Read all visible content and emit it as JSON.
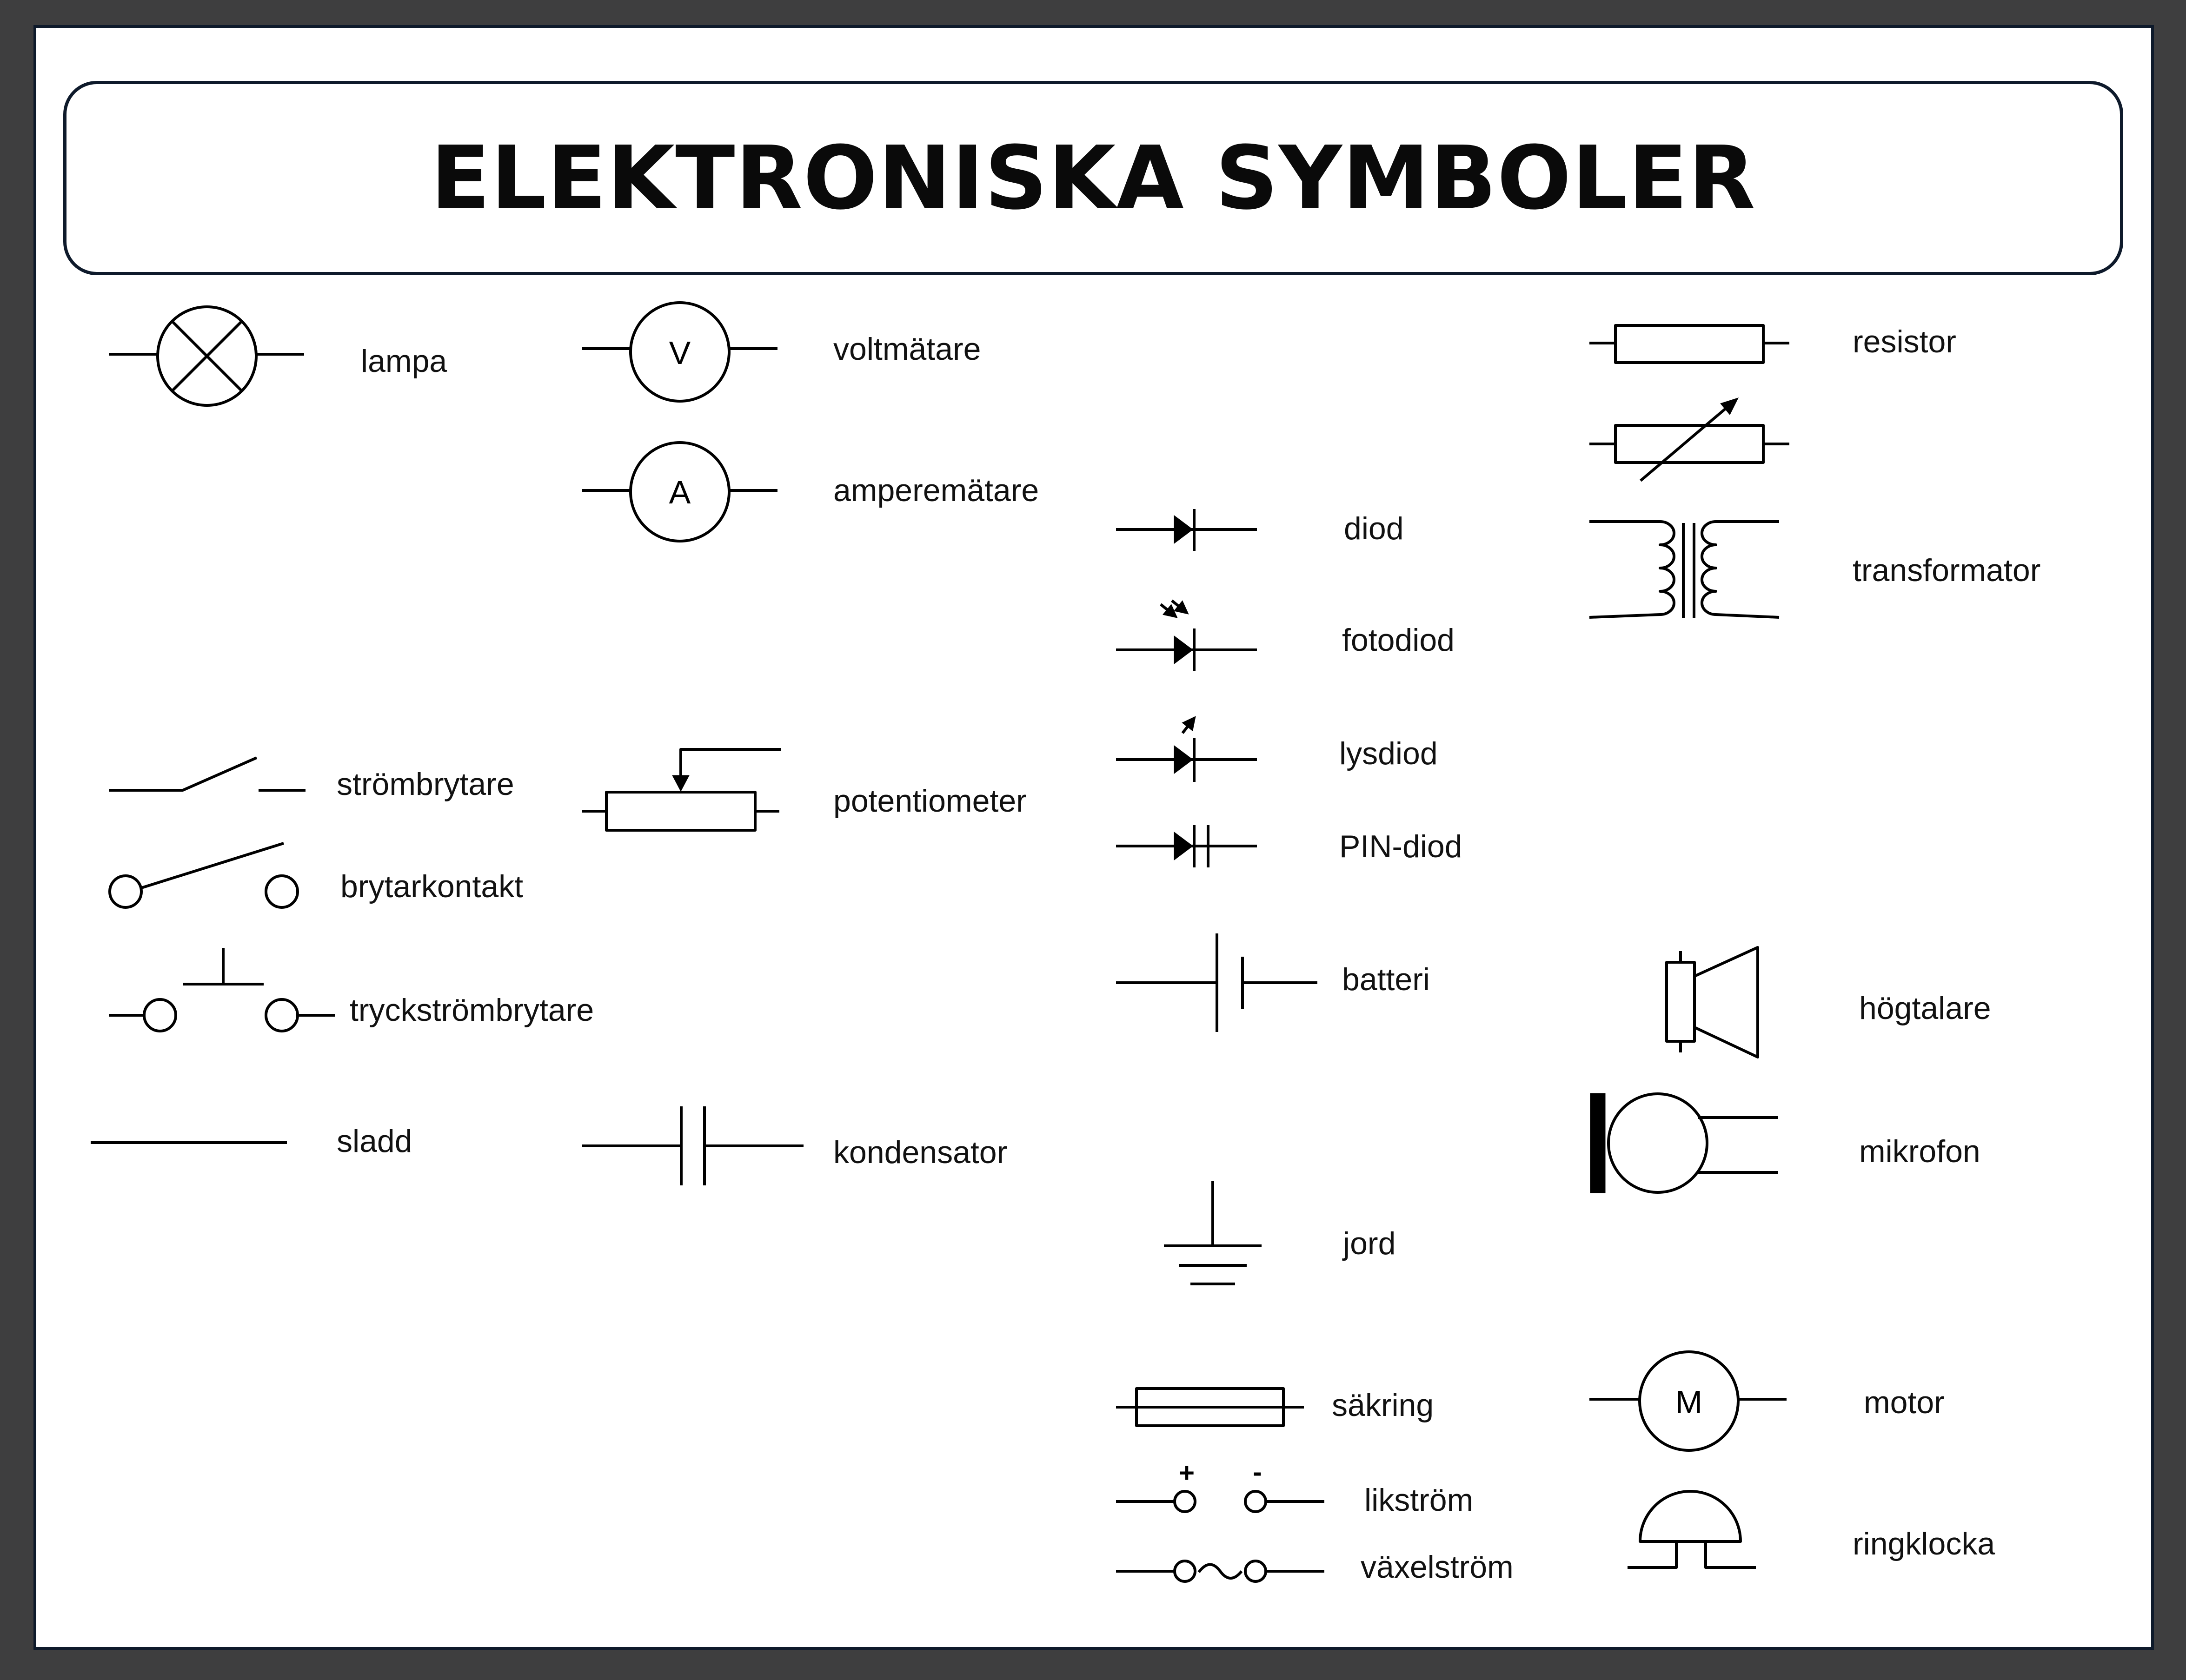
{
  "title": "ELEKTRONISKA SYMBOLER",
  "colors": {
    "frame": "#3e3e3f",
    "border": "#0e1a2b",
    "ink": "#000000",
    "paper": "#ffffff"
  },
  "symbols": {
    "lampa": "lampa",
    "voltmatare": "voltmätare",
    "voltmatare_letter": "V",
    "amperematare": "amperemätare",
    "amperematare_letter": "A",
    "diod": "diod",
    "fotodiod": "fotodiod",
    "lysdiod": "lysdiod",
    "pin_diod": "PIN-diod",
    "resistor": "resistor",
    "transformator": "transformator",
    "strombrytare": "strömbrytare",
    "brytarkontakt": "brytarkontakt",
    "tryckstrombrytare": "tryckströmbrytare",
    "sladd": "sladd",
    "potentiometer": "potentiometer",
    "kondensator": "kondensator",
    "batteri": "batteri",
    "jord": "jord",
    "sakring": "säkring",
    "likstrom": "likström",
    "likstrom_plus": "+",
    "likstrom_minus": "-",
    "vaxelstrom": "växelström",
    "hogtalare": "högtalare",
    "mikrofon": "mikrofon",
    "motor": "motor",
    "motor_letter": "M",
    "ringklocka": "ringklocka"
  }
}
